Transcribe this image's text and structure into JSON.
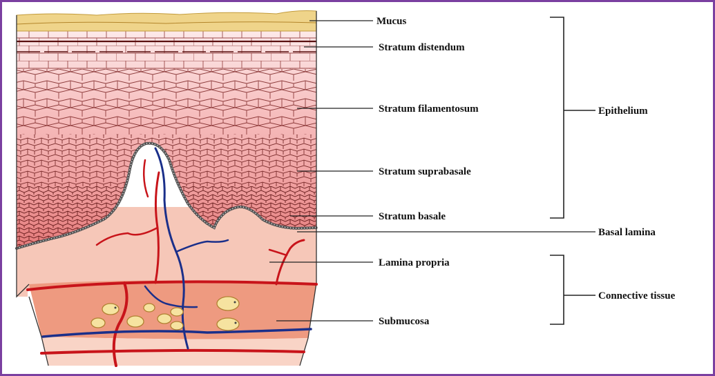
{
  "layers": {
    "mucus": "Mucus",
    "stratum_distendum": "Stratum distendum",
    "stratum_filamentosum": "Stratum filamentosum",
    "stratum_suprabasale": "Stratum suprabasale",
    "stratum_basale": "Stratum basale",
    "basal_lamina": "Basal lamina",
    "lamina_propria": "Lamina propria",
    "submucosa": "Submucosa"
  },
  "groups": {
    "epithelium": "Epithelium",
    "connective_tissue": "Connective tissue"
  },
  "colors": {
    "frame": "#7a3fa0",
    "mucus": "#efd48a",
    "cell_outline": "#7a1a1a",
    "distendum": "#fbe3e3",
    "filamentosum": "#f6b8b8",
    "suprabasale": "#ef9a9a",
    "basale": "#e57b7b",
    "lamina_propria": "#f6c4b6",
    "submucosa": "#ee9a80",
    "artery": "#c8141a",
    "vein": "#1a2f8a",
    "fat": "#f6e3a0"
  }
}
